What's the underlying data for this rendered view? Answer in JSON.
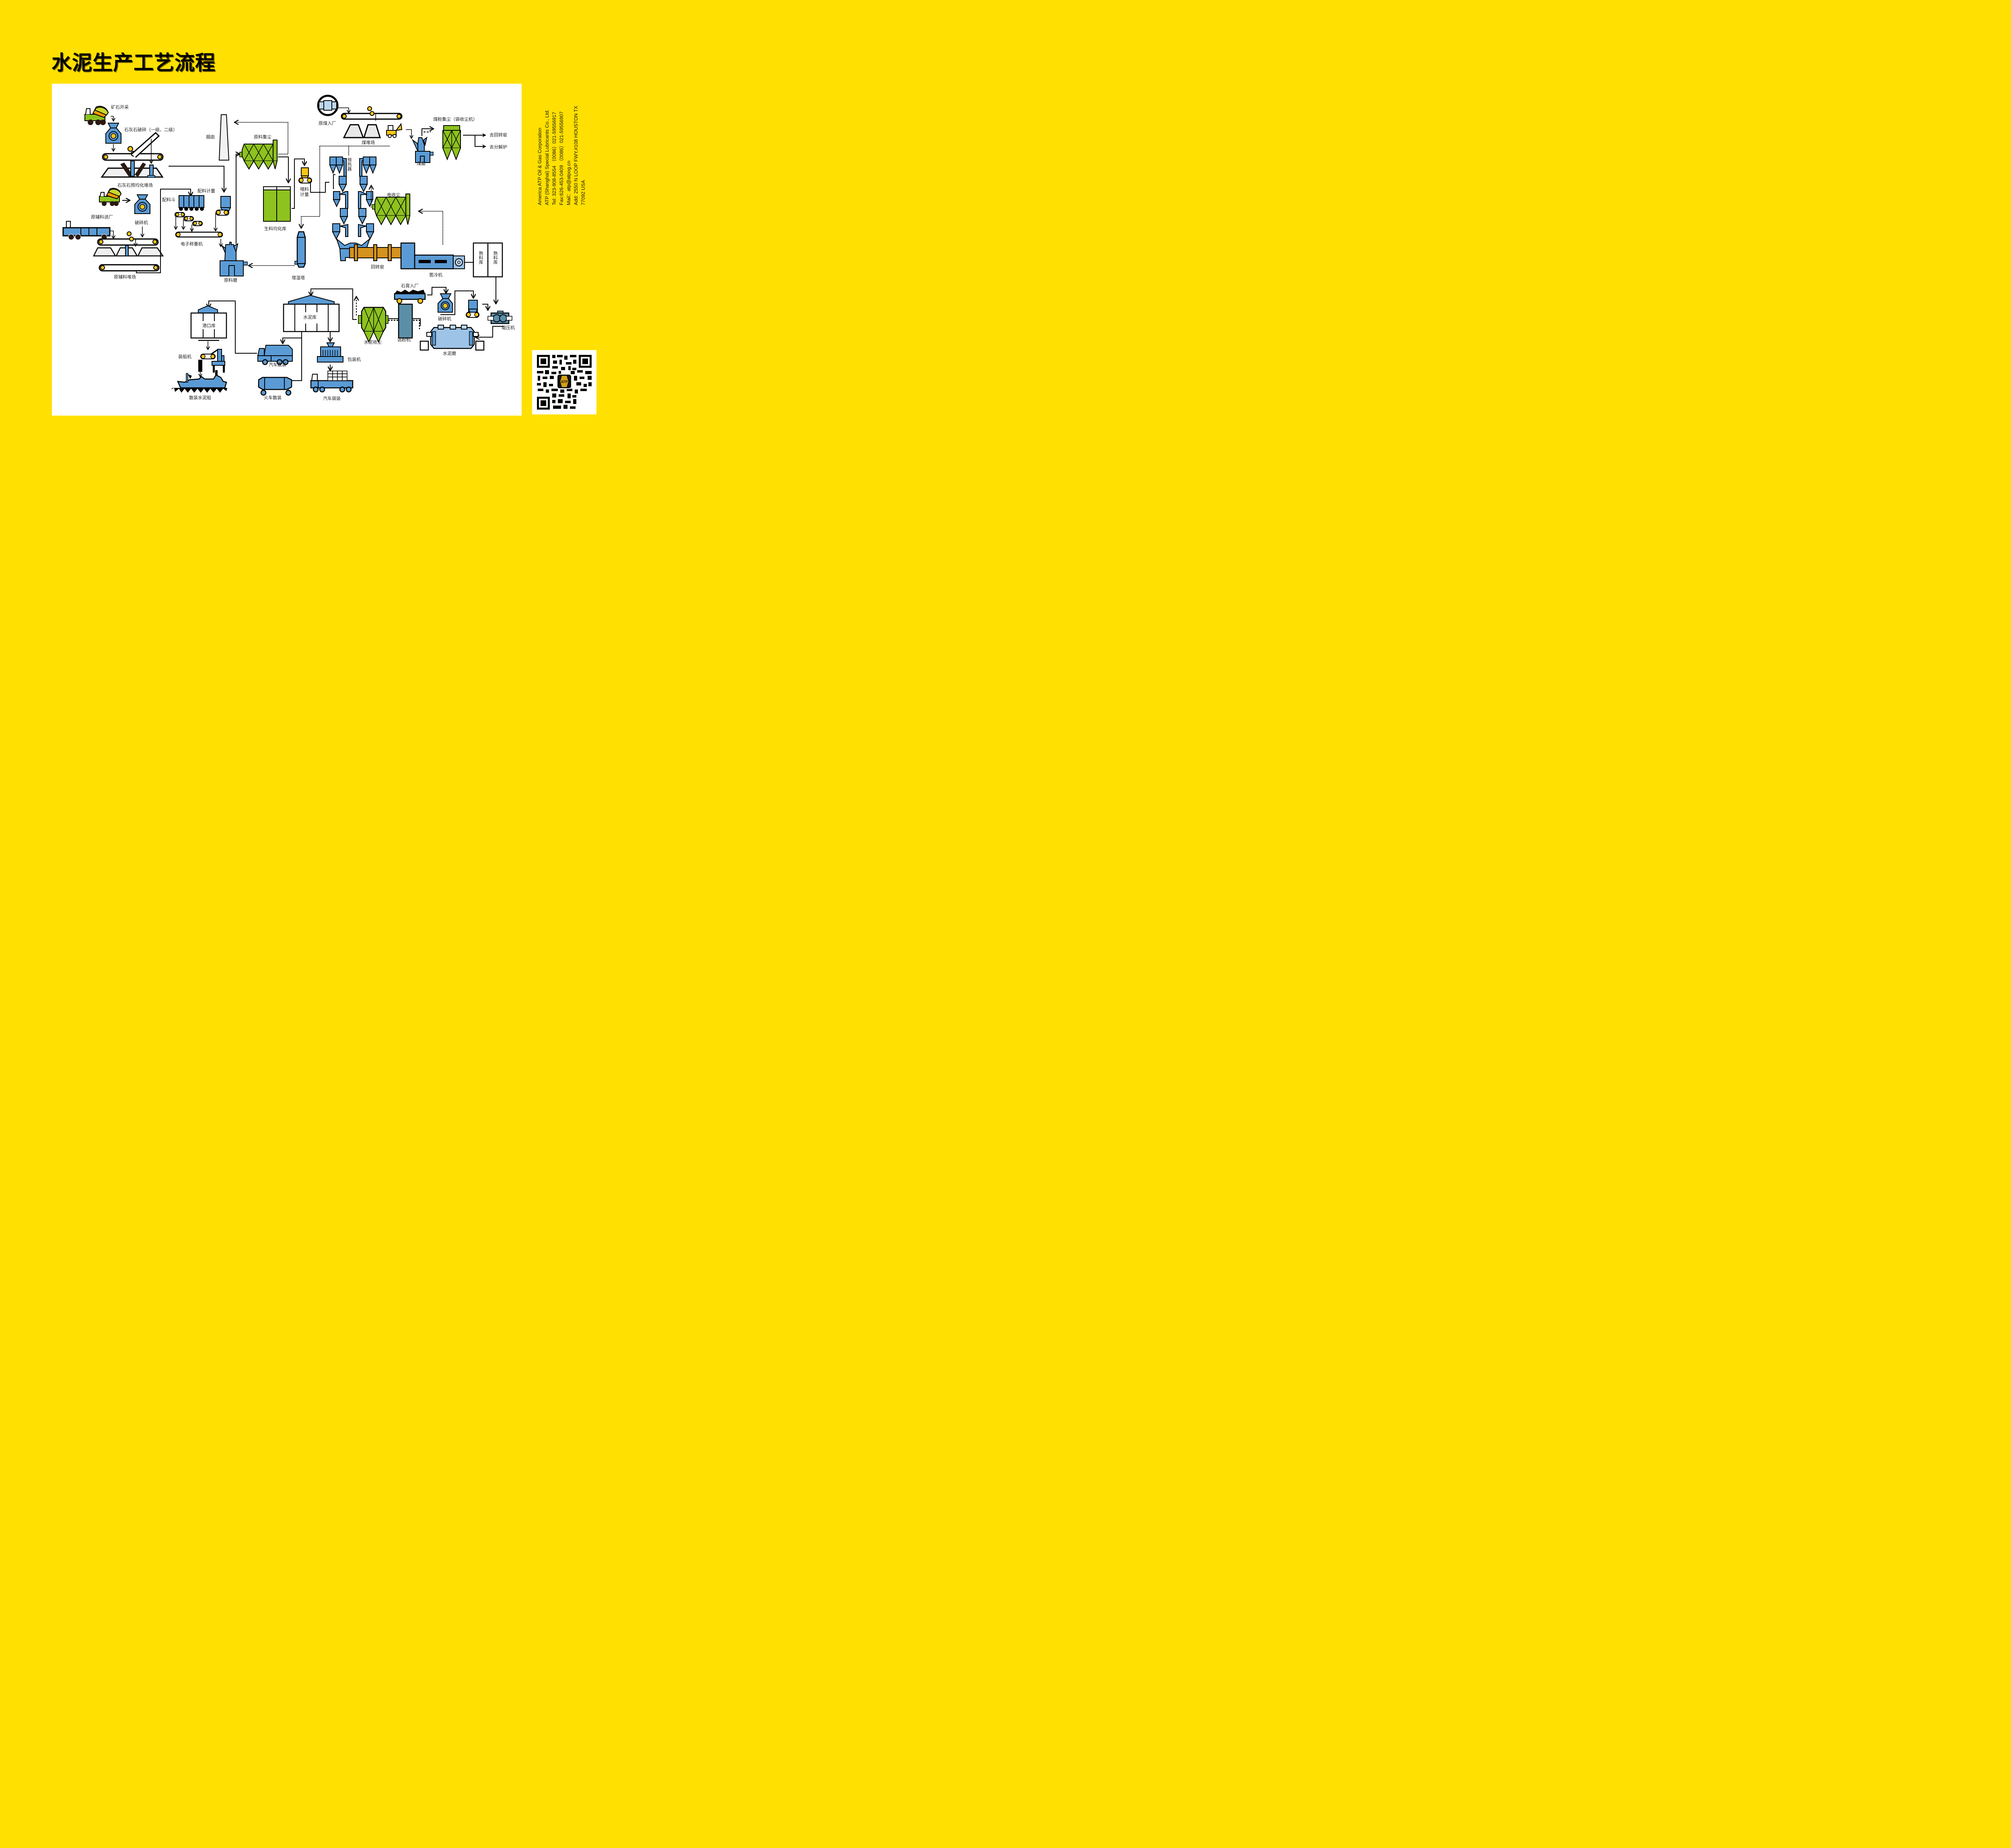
{
  "title": "水泥生产工艺流程",
  "colors": {
    "background": "#FFE000",
    "panel": "#FFFFFF",
    "equipment_blue": "#5B9BD5",
    "dust_collector_green": "#8DC21F",
    "kiln_orange": "#D4921E",
    "roller_yellow": "#F5C518",
    "truck_green": "#8DC21F",
    "truck_orange": "#F39800",
    "line": "#000000"
  },
  "labels": {
    "ore_mining": "矿石开采",
    "limestone_crushing": "石灰石破碎（一级、二级）",
    "limestone_prehomogenization": "石灰石预均化堆场",
    "aux_material_entry": "原辅料进厂",
    "crusher_1": "破碎机",
    "aux_material_yard": "原辅料堆场",
    "batching_hopper": "配料斗",
    "batching_metering": "配料计量",
    "electronic_scale": "电子称重机",
    "raw_mill": "原料磨",
    "chimney": "烟囱",
    "raw_dust_collector": "原料集尘",
    "raw_homogenization_silo": "生料均化库",
    "feed_metering": "喂料计量",
    "humidifying_tower": "增湿塔",
    "raw_coal_entry": "原煤入厂",
    "coal_yard": "煤堆场",
    "coal_mill": "煤磨",
    "coal_dust_collector": "煤粉集尘（袋收尘机）",
    "to_rotary_kiln": "去回转窑",
    "to_calciner": "去分解炉",
    "preheater": "预热器",
    "electrostatic_precipitator": "电收尘",
    "rotary_kiln": "回转窑",
    "grate_cooler": "篦冷机",
    "clinker_silo_1": "熟料库",
    "clinker_silo_2": "熟料库",
    "gypsum_entry": "石膏入厂",
    "crusher_2": "破碎机",
    "roller_press": "辊压机",
    "cement_mill": "水泥磨",
    "separator": "选粉机",
    "cement_dust_collector": "水泥收尘",
    "cement_silo": "水泥库",
    "port_silo": "港口库",
    "ship_loader": "装船机",
    "bulk_cement_ship": "散装水泥船",
    "truck_bulk": "汽车散装",
    "train_bulk": "火车散装",
    "packing_machine": "包装机",
    "truck_bagged": "汽车袋装"
  },
  "contact": {
    "lines": [
      "America ATP Oil & Gas Corporation",
      "ATP (Shanghai) Special Lubricants Co., Ltd.",
      "Tel: 323-908-8554  （0086）021-59556917",
      "Fax:626-453-0409  （0086）021-59556907",
      "Mail：atp@atpog.cn",
      "Add: 2550 N LOOP FWY,#108 HOUSTON TX",
      "77092 USA"
    ]
  },
  "qr": {
    "logo_text": "ATP"
  }
}
